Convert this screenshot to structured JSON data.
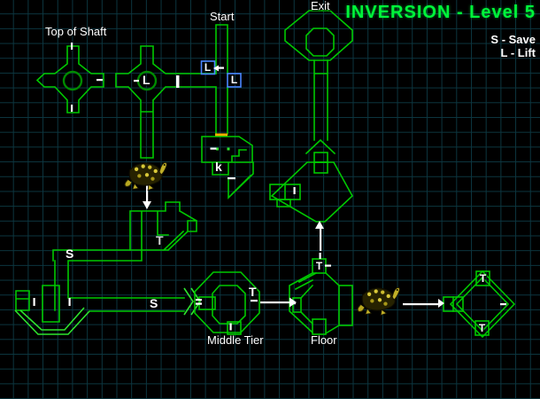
{
  "title": "INVERSION - Level 5",
  "legend": {
    "save": "S - Save",
    "lift": "L - Lift"
  },
  "labels": {
    "top_of_shaft": "Top of Shaft",
    "start": "Start",
    "exit": "Exit",
    "middle_tier": "Middle Tier",
    "floor": "Floor"
  },
  "markers": {
    "lift_cross": "L",
    "lift_box_1": "L",
    "lift_box_2": "L",
    "save_1": "S",
    "save_2": "S",
    "key": "k",
    "tele_room_a": "T",
    "tele_middle_tier": "T",
    "tele_floor": "T",
    "tele_right_top": "T",
    "tele_right_bottom": "T"
  },
  "icons": {
    "creature_sprite": "turtle-sprite",
    "route_arrows": [
      "down-arrow",
      "right-arrow",
      "up-arrow",
      "right-arrow"
    ],
    "door_marker": "white-tick",
    "save_door_marker": "white-bar"
  },
  "colors": {
    "background": "#000000",
    "grid_line": "#0c3640",
    "wall_green": "#00c800",
    "dim_green": "#008a00",
    "door_white": "#ffffff",
    "lift_box_blue": "#4a86ff",
    "orange_door": "#ffb000",
    "title_green": "#00f53a",
    "sprite_yellow": "#d8c838"
  }
}
